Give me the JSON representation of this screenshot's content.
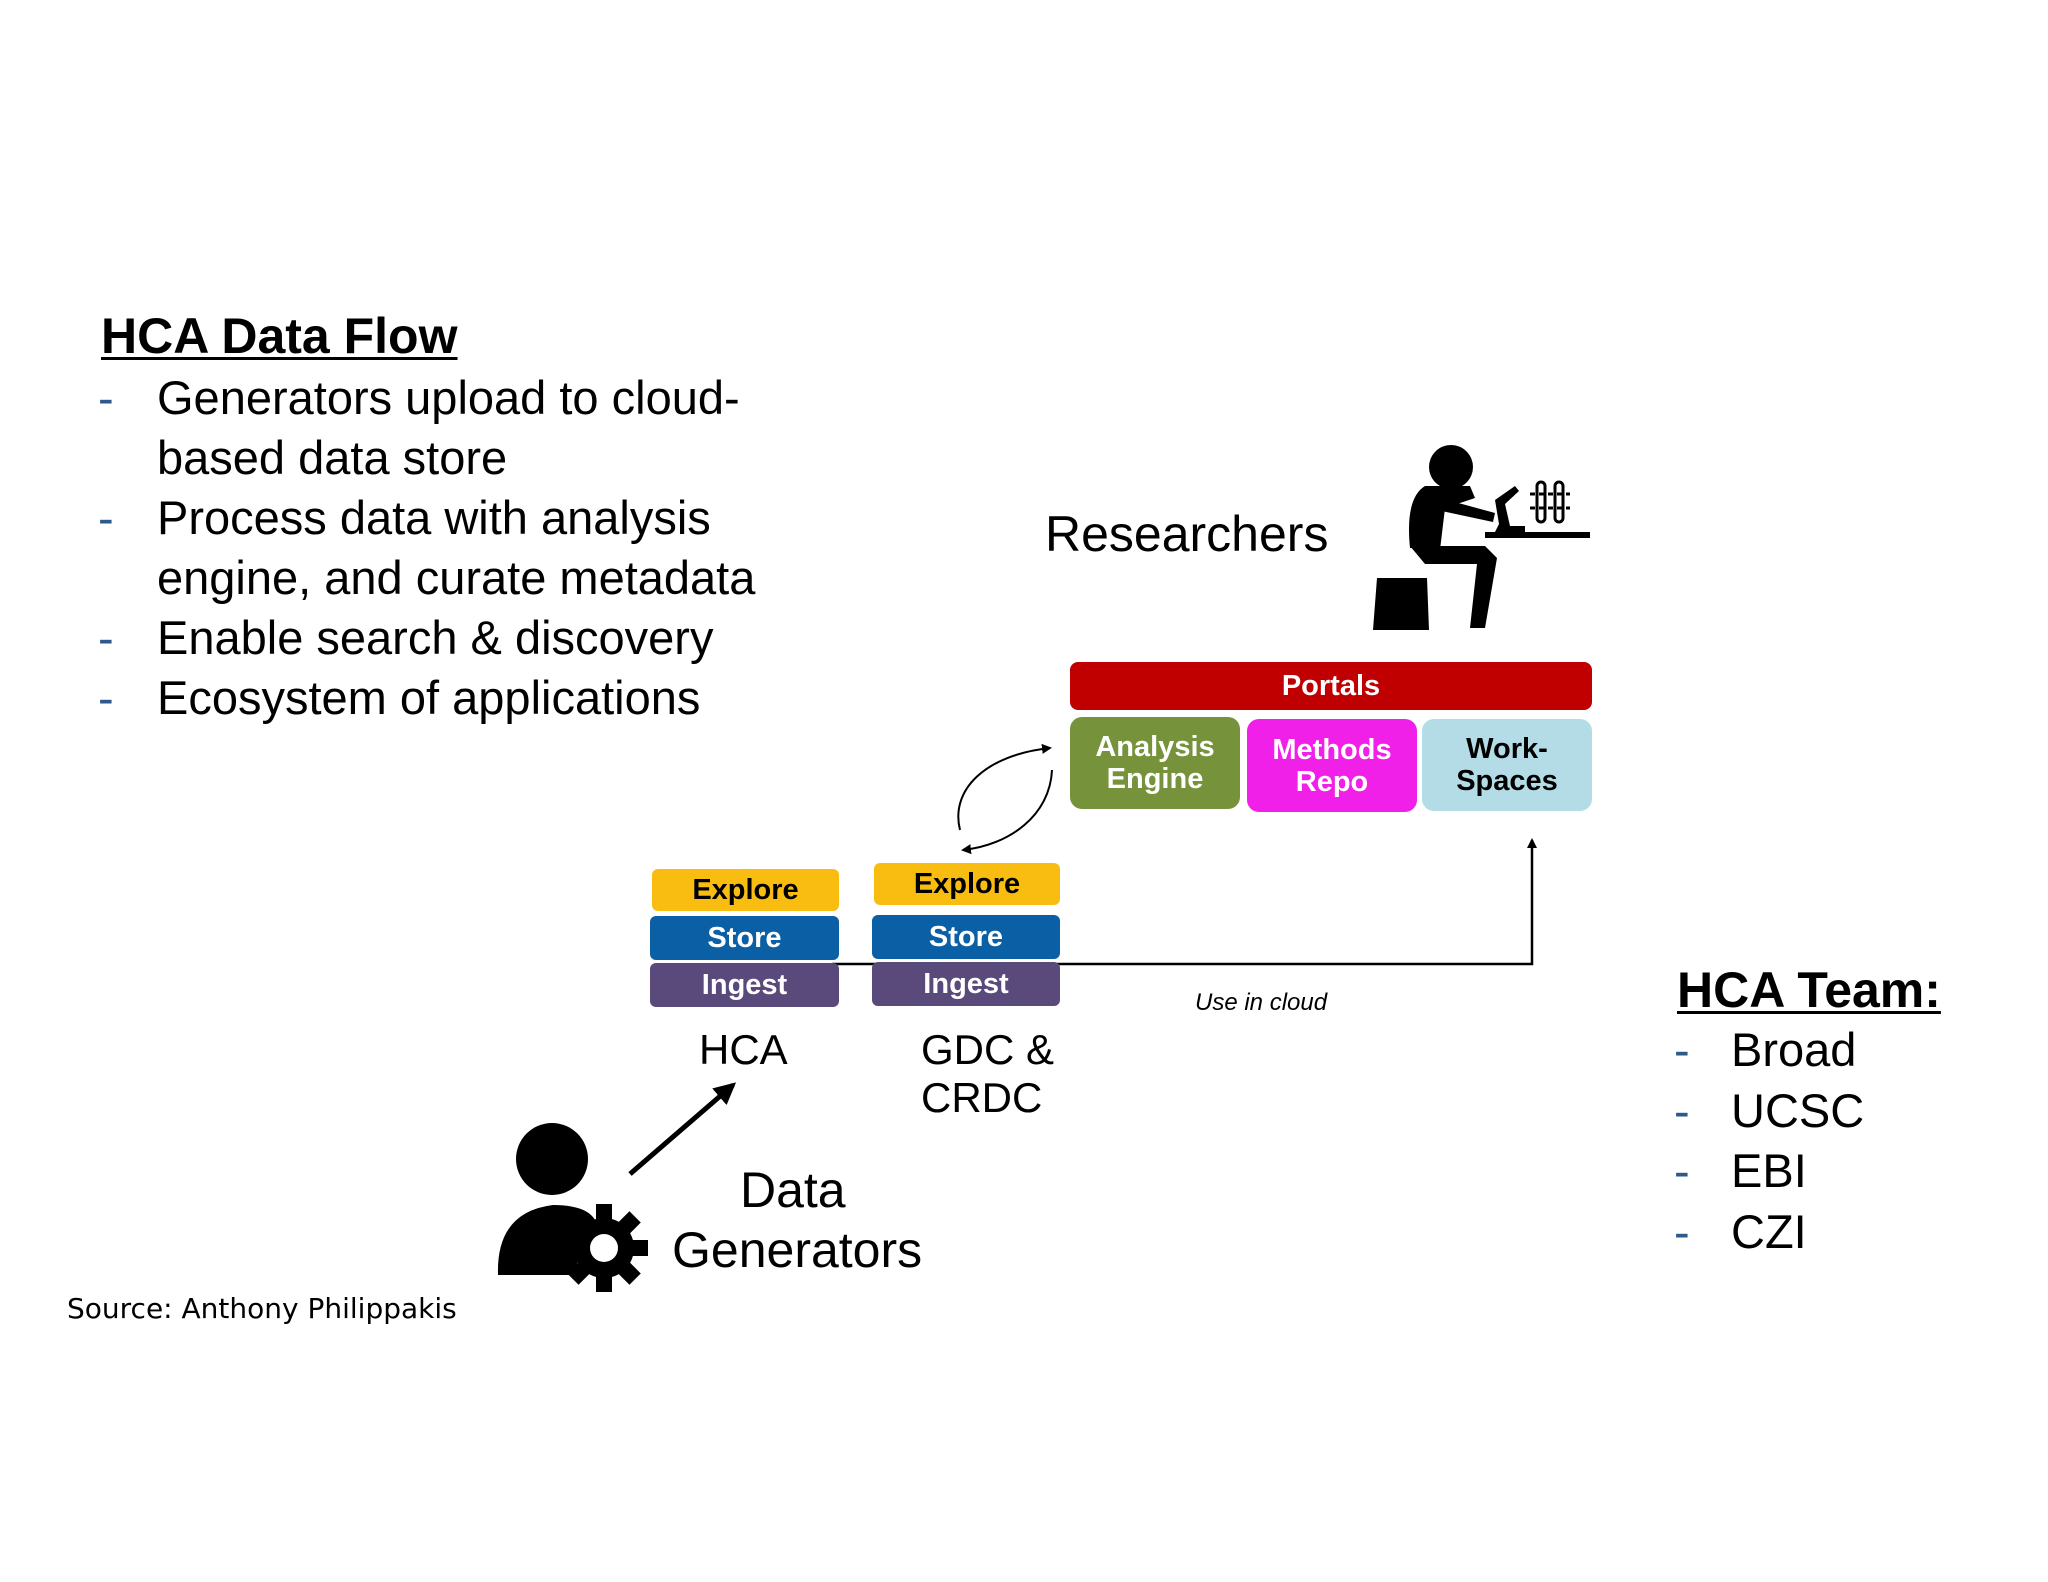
{
  "flow": {
    "title": "HCA Data Flow",
    "bullets": [
      {
        "dash": "-",
        "text": "Generators upload to cloud-based data store"
      },
      {
        "dash": "-",
        "text": "Process data with analysis engine, and curate metadata"
      },
      {
        "dash": "-",
        "text": "Enable search & discovery"
      },
      {
        "dash": "-",
        "text": "Ecosystem of applications"
      }
    ]
  },
  "team": {
    "title": "HCA Team:",
    "members": [
      {
        "dash": "-",
        "text": "Broad"
      },
      {
        "dash": "-",
        "text": "UCSC"
      },
      {
        "dash": "-",
        "text": "EBI"
      },
      {
        "dash": "-",
        "text": "CZI"
      }
    ]
  },
  "source": "Source: Anthony Philippakis",
  "stacks": {
    "hca": {
      "explore": "Explore",
      "store": "Store",
      "ingest": "Ingest",
      "label": "HCA"
    },
    "gdc": {
      "explore": "Explore",
      "store": "Store",
      "ingest": "Ingest",
      "label_line1": "GDC &",
      "label_line2": "CRDC"
    }
  },
  "portal": {
    "portals": "Portals",
    "analysis_line1": "Analysis",
    "analysis_line2": "Engine",
    "methods_line1": "Methods",
    "methods_line2": "Repo",
    "workspaces_line1": "Work-",
    "workspaces_line2": "Spaces"
  },
  "labels": {
    "researchers": "Researchers",
    "generators_line1": "Data",
    "generators_line2": "Generators",
    "use_in_cloud": "Use in cloud"
  },
  "icons": [
    "researcher-microscope-icon",
    "data-generator-person-gear-icon"
  ]
}
